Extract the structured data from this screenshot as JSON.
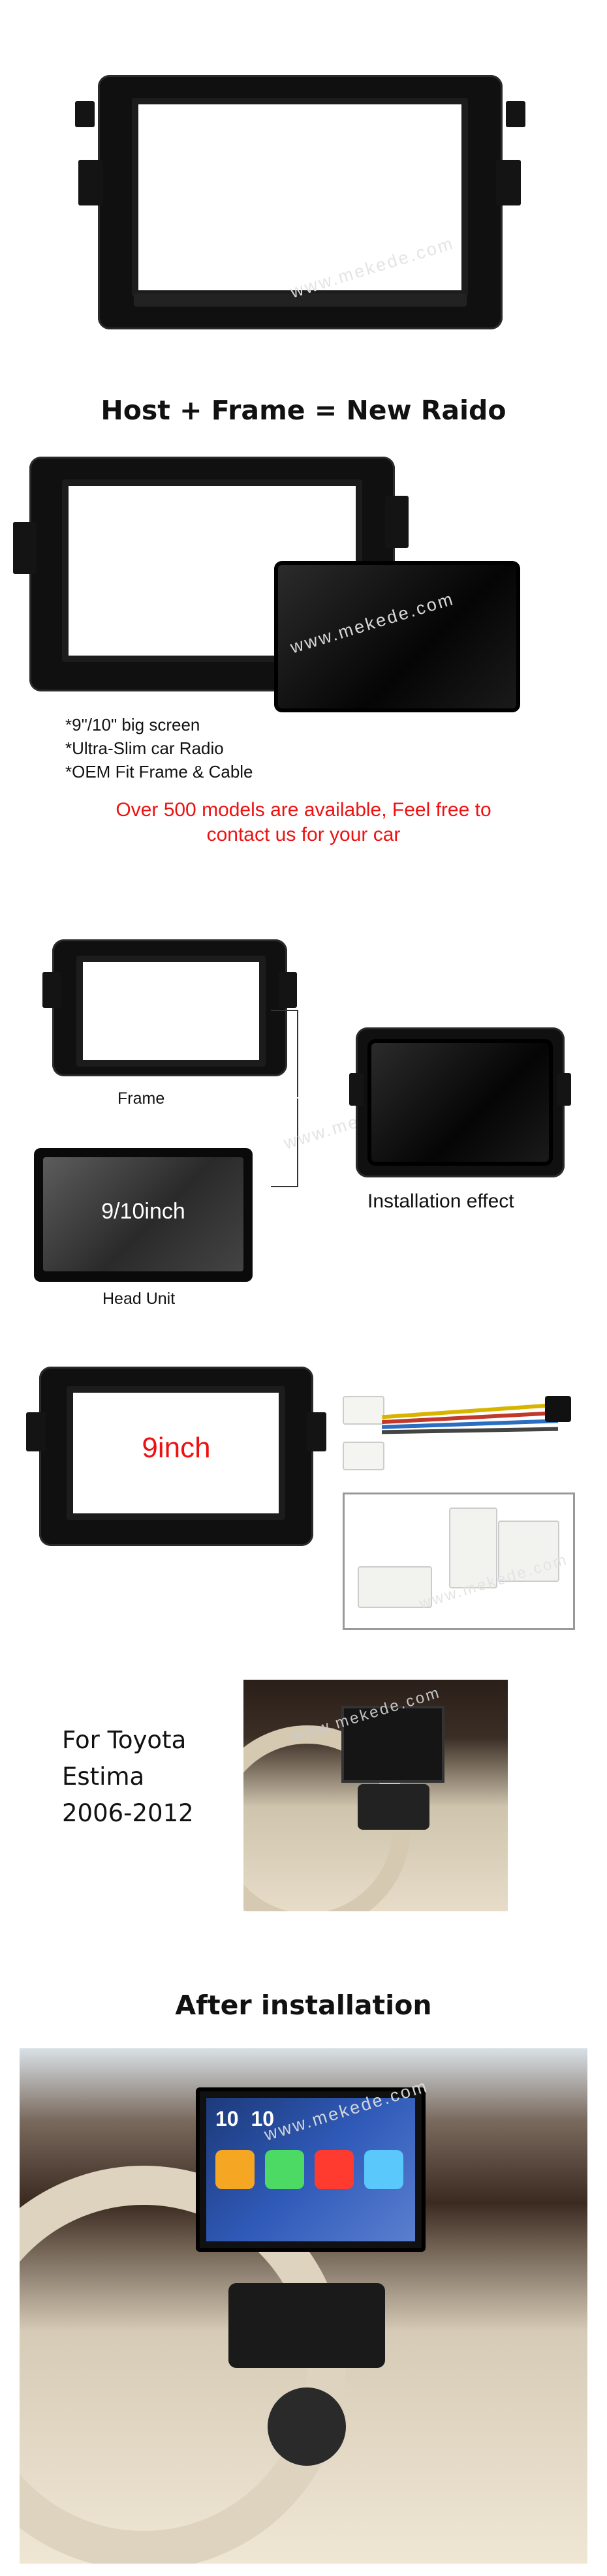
{
  "watermark": "www.mekede.com",
  "section_top": {},
  "host_frame": {
    "heading": "Host + Frame = New Raido",
    "features": [
      "*9\"/10\" big screen",
      "*Ultra-Slim car Radio",
      "*OEM Fit Frame & Cable"
    ],
    "notice_line1": "Over 500 models are available,  Feel free to",
    "notice_line2": "contact us for your car"
  },
  "diagram": {
    "frame_label": "Frame",
    "head_unit_text": "9/10inch",
    "head_unit_label": "Head Unit",
    "installation_label": "Installation effect"
  },
  "package": {
    "size_label": "9inch"
  },
  "vehicle": {
    "for_label": "For Toyota",
    "model": "Estima",
    "years": "2006-2012"
  },
  "after": {
    "heading": "After installation",
    "screen_time_h": "10",
    "screen_time_m": "10"
  },
  "colors": {
    "accent_red": "#e11111",
    "frame_black": "#101010"
  }
}
